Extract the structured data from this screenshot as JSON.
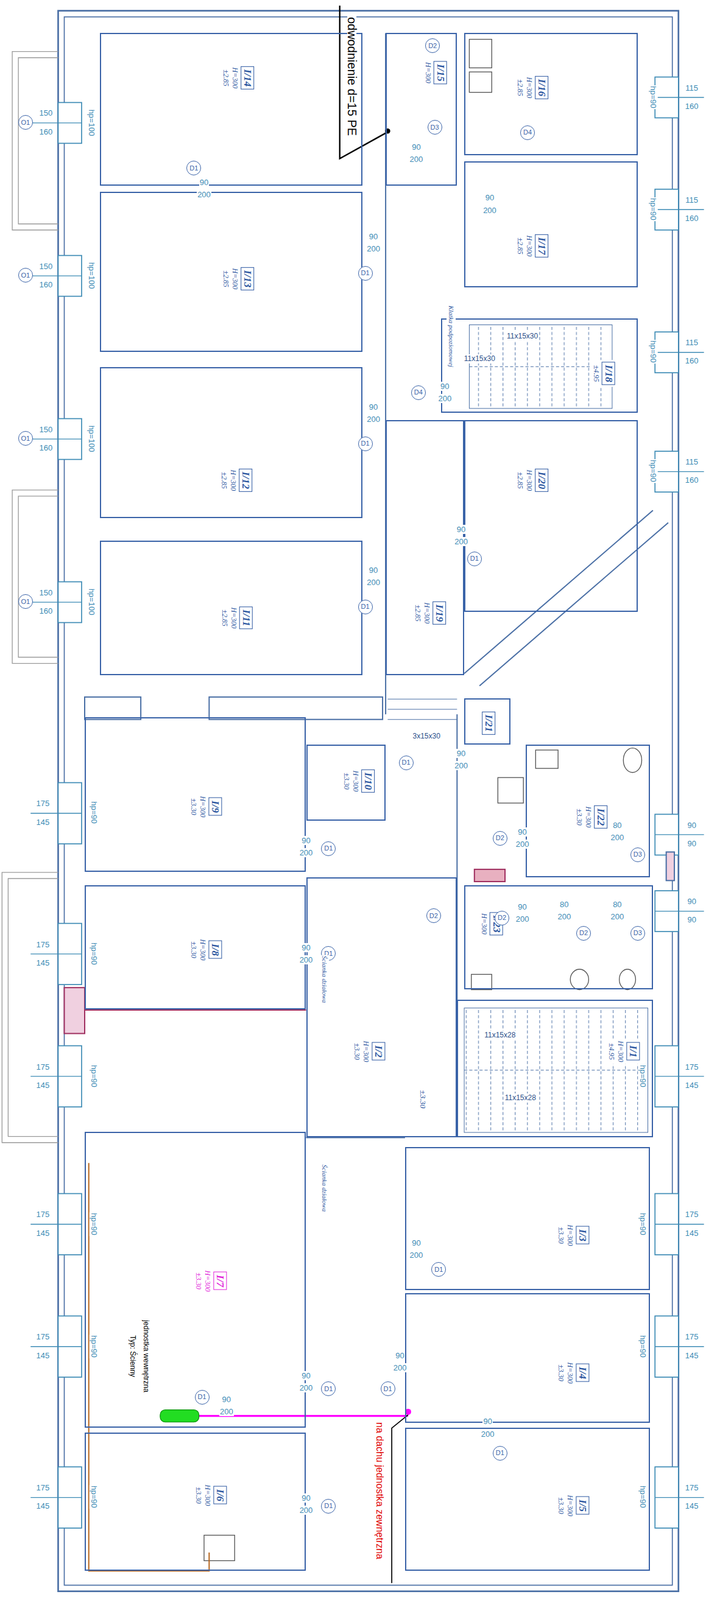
{
  "diagram": {
    "nodes": [
      {
        "text": [
          "I/14",
          "H=300",
          "±2.85"
        ]
      },
      {
        "text": [
          "I/13",
          "H=300",
          "±2.85"
        ]
      },
      {
        "text": [
          "I/12",
          "H=300",
          "±2.85"
        ]
      },
      {
        "text": [
          "I/11",
          "H=300",
          "±2.85"
        ]
      },
      {
        "text": [
          "I/15",
          "H=300"
        ]
      },
      {
        "text": [
          "I/16",
          "H=300",
          "±2.85"
        ]
      },
      {
        "text": [
          "I/17",
          "H=300",
          "±2.85"
        ]
      },
      {
        "text": [
          "I/18",
          "±4.95"
        ]
      },
      {
        "text": [
          "I/20",
          "H=300",
          "±2.85"
        ]
      },
      {
        "text": [
          "I/19",
          "H=300",
          "±2.85"
        ]
      },
      {
        "text": [
          "I/21"
        ]
      },
      {
        "text": [
          "I/10",
          "H=300",
          "±3.30"
        ]
      },
      {
        "text": [
          "I/9",
          "H=300",
          "±3.30"
        ]
      },
      {
        "text": [
          "I/8",
          "H=300",
          "±3.30"
        ]
      },
      {
        "text": [
          "I/7",
          "H=300",
          "±3.30"
        ]
      },
      {
        "text": [
          "I/6",
          "H=300",
          "±3.30"
        ]
      },
      {
        "text": [
          "I/2",
          "H=300",
          "±3.30"
        ]
      },
      {
        "text": [
          "I/22",
          "H=300",
          "±3.30"
        ]
      },
      {
        "text": [
          "I/23",
          "H=300"
        ]
      },
      {
        "text": [
          "I/1",
          "H=300",
          "±4.95"
        ]
      },
      {
        "text": [
          "I/3",
          "H=300",
          "±3.30"
        ]
      },
      {
        "text": [
          "I/4",
          "H=300",
          "±3.30"
        ]
      },
      {
        "text": [
          "I/5",
          "H=300",
          "±3.30"
        ]
      }
    ],
    "labels": [
      "O1",
      "150",
      "160",
      "hp=100",
      "O1",
      "150",
      "160",
      "hp=100",
      "O1",
      "150",
      "160",
      "hp=100",
      "O1",
      "150",
      "160",
      "hp=100",
      "115",
      "160",
      "hp=90",
      "115",
      "160",
      "hp=90",
      "115",
      "160",
      "hp=90",
      "115",
      "160",
      "hp=90",
      "175",
      "145",
      "hp=90",
      "175",
      "145",
      "hp=90",
      "175",
      "145",
      "hp=90",
      "175",
      "145",
      "hp=90",
      "175",
      "145",
      "hp=90",
      "175",
      "145",
      "hp=90",
      "175",
      "145",
      "hp=90",
      "175",
      "145",
      "hp=90",
      "175",
      "145",
      "hp=90",
      "175",
      "145",
      "hp=90",
      "90",
      "90",
      "90",
      "90",
      "90",
      "200",
      "90",
      "200",
      "90",
      "200",
      "90",
      "200",
      "90",
      "200",
      "90",
      "200",
      "90",
      "200",
      "90",
      "200",
      "90",
      "200",
      "90",
      "200",
      "90",
      "200",
      "90",
      "200",
      "90",
      "200",
      "90",
      "200",
      "90",
      "200",
      "90",
      "200",
      "90",
      "200",
      "90",
      "200",
      "90",
      "200",
      "80",
      "200",
      "80",
      "200",
      "80",
      "200",
      "D1",
      "D1",
      "D1",
      "D1",
      "D2",
      "D3",
      "D4",
      "D4",
      "D1",
      "D1",
      "D1",
      "D1",
      "D1",
      "D1",
      "D1",
      "D2",
      "D2",
      "D2",
      "D3",
      "D2",
      "D3",
      "D1",
      "D1",
      "D1",
      "11x15x30",
      "11x15x30",
      "11x15x28",
      "11x15x28",
      "3x15x30",
      "Klatka podpoziomowej",
      "Ścianka działowa",
      "Ścianka działowa",
      "±3.30",
      "odwodnienie d=15 PE",
      "jednostka wewnętrzna",
      "Typ: Ścienny",
      "na dachu jednostka zewnętrzna"
    ]
  }
}
